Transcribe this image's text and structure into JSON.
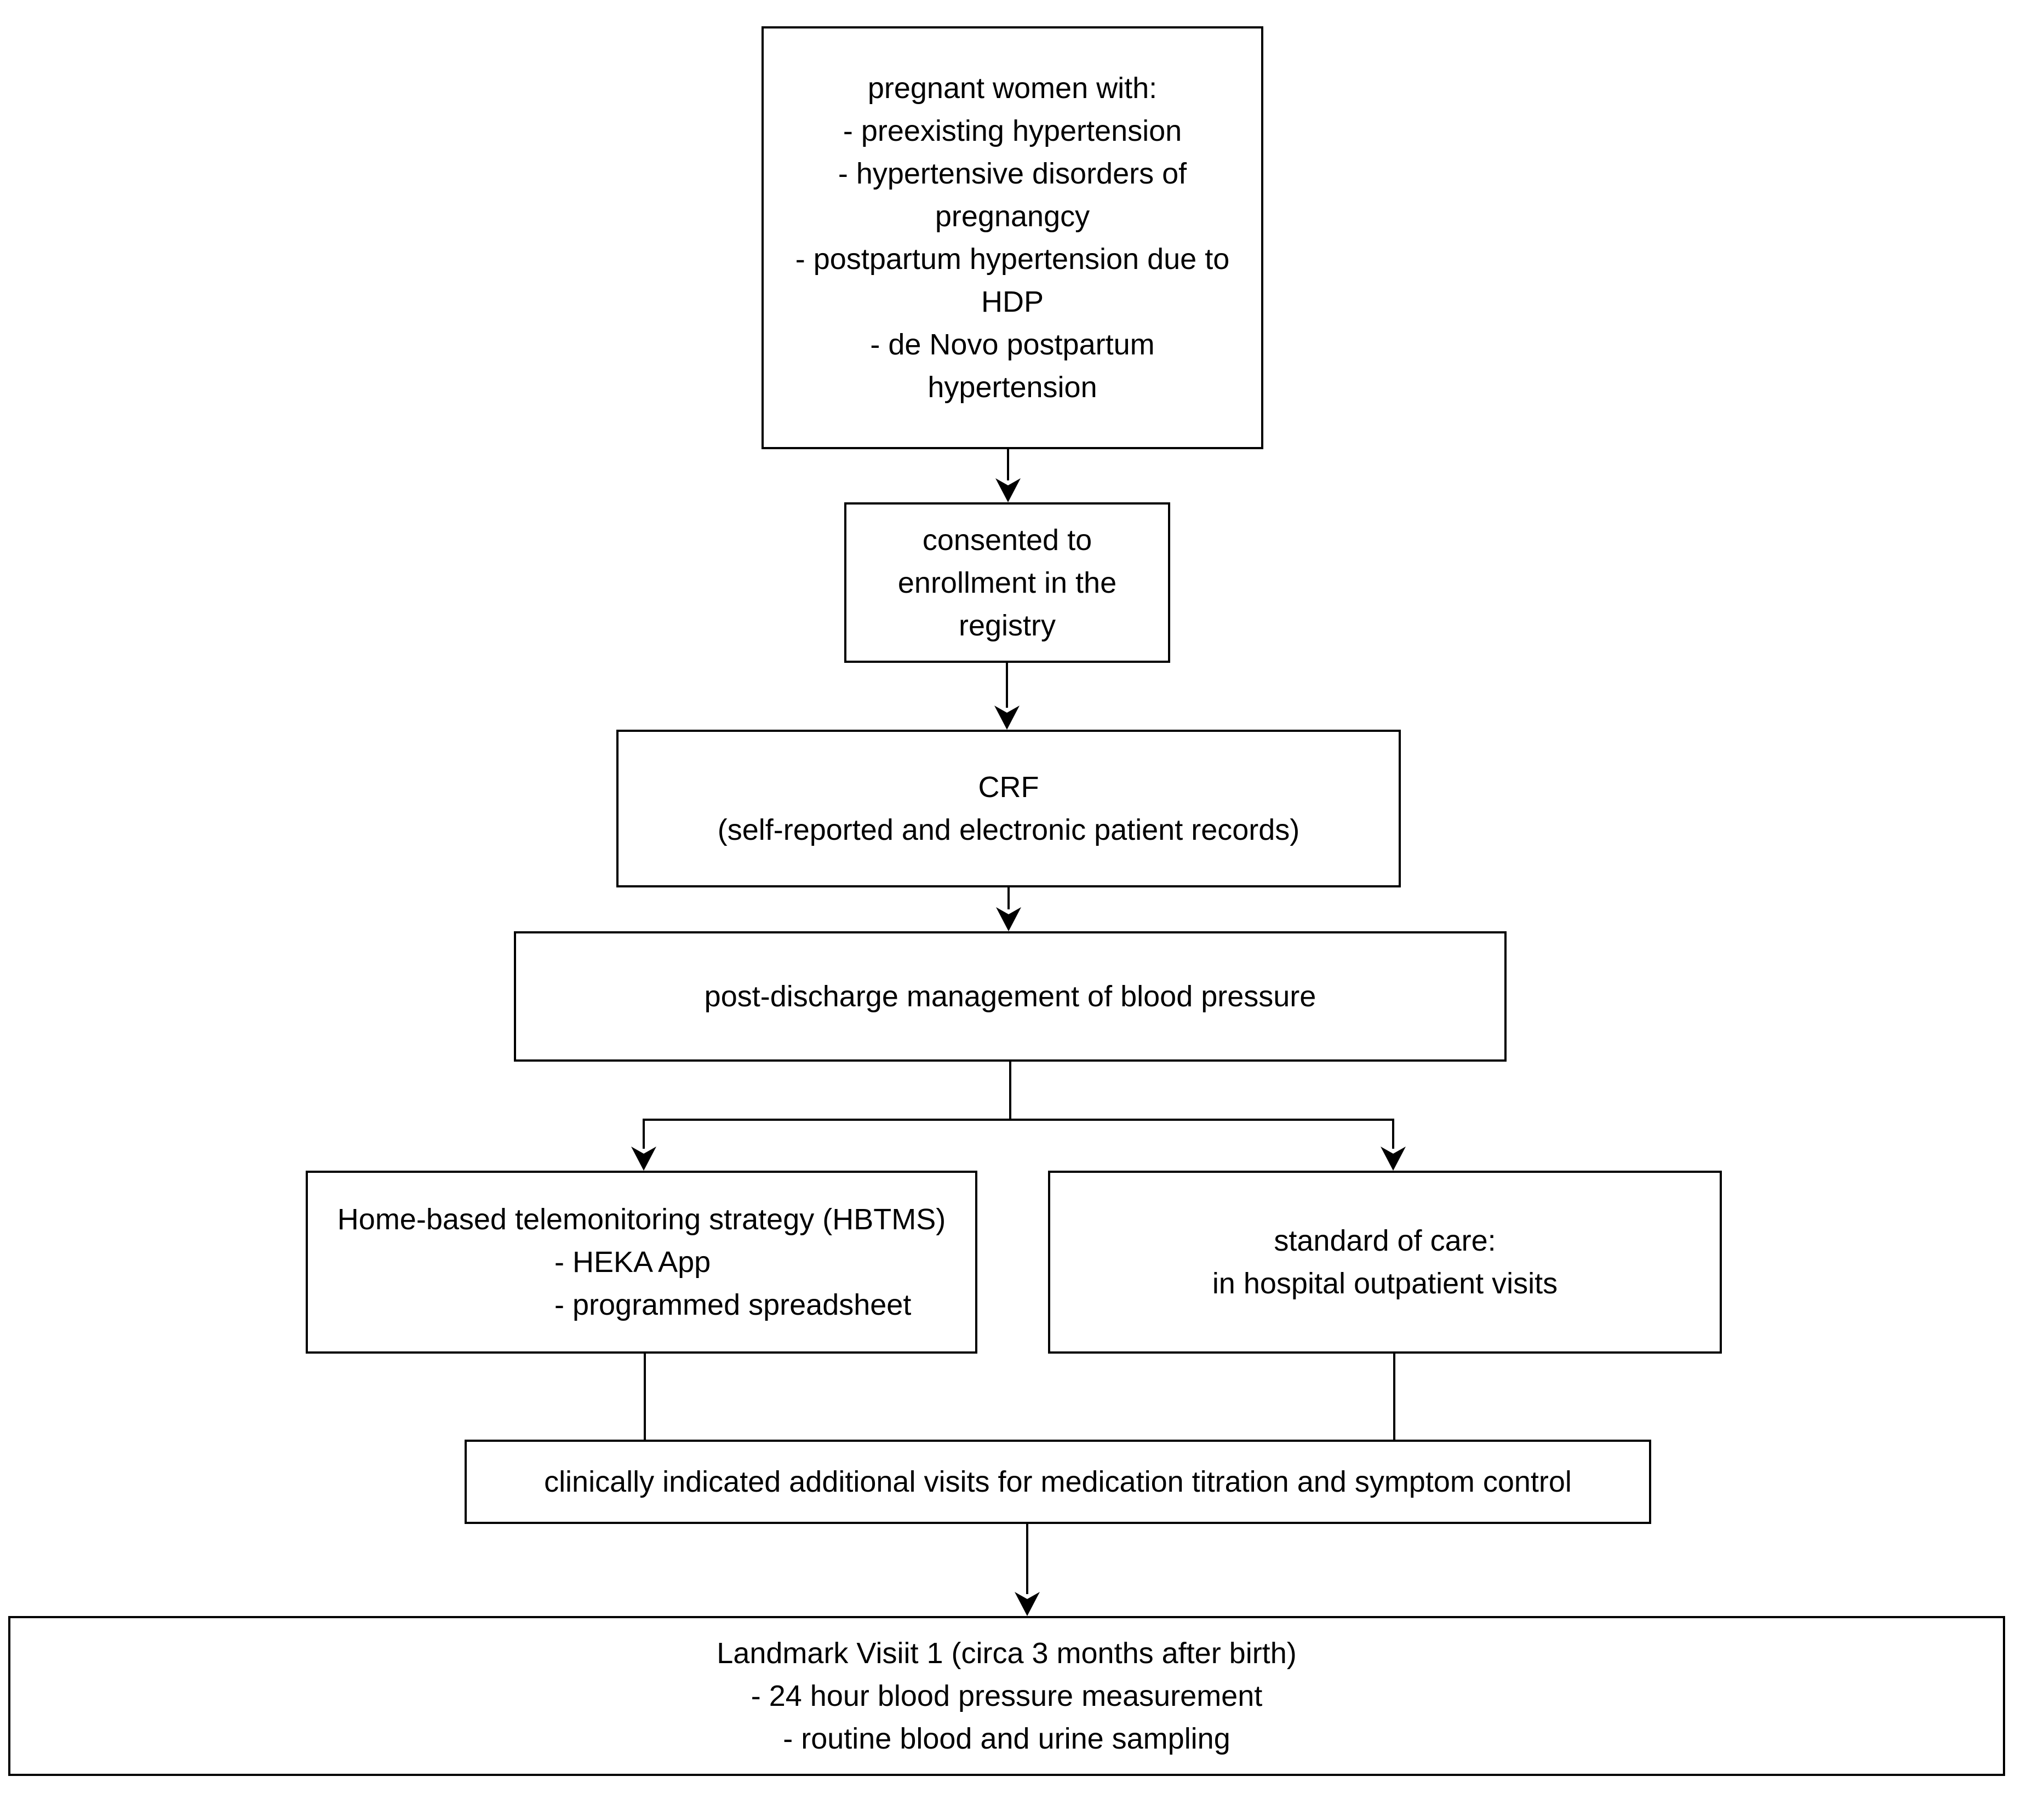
{
  "diagram": {
    "background_color": "#ffffff",
    "border_color": "#000000",
    "text_color": "#000000",
    "nodes": {
      "eligibility": {
        "lines": [
          "pregnant women with:",
          "- preexisting hypertension",
          "- hypertensive disorders of",
          "pregnangcy",
          "- postpartum hypertension due to",
          "HDP",
          "- de Novo postpartum",
          "hypertension"
        ]
      },
      "consent": {
        "lines": [
          "consented to",
          "enrollment in the",
          "registry"
        ]
      },
      "crf": {
        "lines": [
          "CRF",
          "(self-reported and electronic patient records)"
        ]
      },
      "post_discharge": {
        "lines": [
          "post-discharge management of blood pressure"
        ]
      },
      "hbtms": {
        "lines": [
          "Home-based telemonitoring strategy (HBTMS)",
          "- HEKA App",
          "- programmed spreadsheet"
        ]
      },
      "standard_care": {
        "lines": [
          "standard of care:",
          "in hospital outpatient visits"
        ]
      },
      "additional_visits": {
        "lines": [
          "clinically indicated additional visits for medication titration and symptom control"
        ]
      },
      "landmark_visit": {
        "lines": [
          "Landmark Visiit 1 (circa 3 months after birth)",
          "- 24 hour blood pressure measurement",
          "- routine blood and urine sampling"
        ]
      }
    }
  }
}
